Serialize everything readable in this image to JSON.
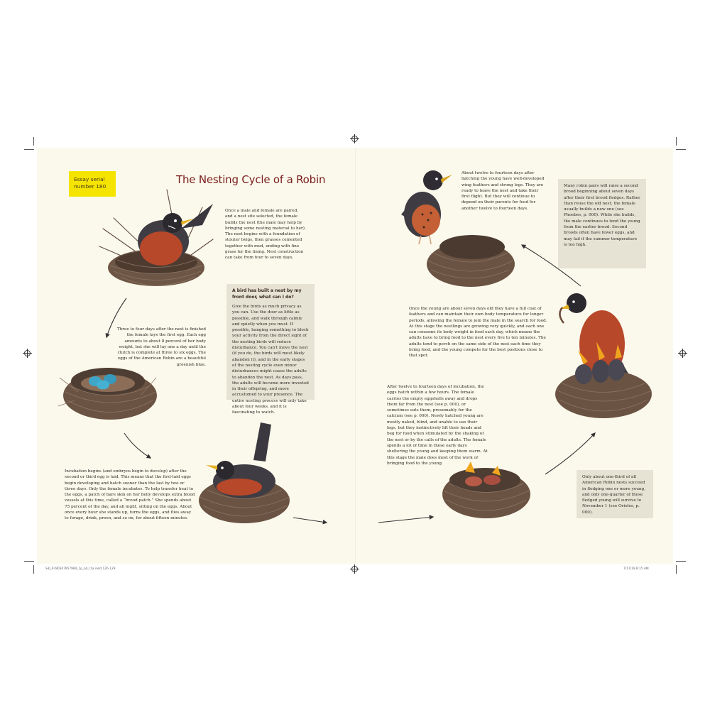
{
  "badge": {
    "line1": "Essay serial",
    "line2": "number 180"
  },
  "title": "The Nesting Cycle of a Robin",
  "paragraphs": {
    "nest_building": "Once a male and female are paired, and a nest site selected, the female builds the nest (the male may help by bringing some nesting material to her). The nest begins with a foundation of stouter twigs, then grasses cemented together with mud, ending with fine grass for the lining. Nest construction can take from four to seven days.",
    "egg_laying": "Three to four days after the nest is finished the female lays the first egg. Each egg amounts to about 8 percent of her body weight, but she will lay one a day until the clutch is complete at three to six eggs. The eggs of the American Robin are a beautiful greenish blue.",
    "incubation": "Incubation begins (and embryos begin to develop) after the second or third egg is laid. This means that the first-laid eggs begin developing and hatch sooner than the last by two or three days. Only the female incubates. To help transfer heat to the eggs, a patch of bare skin on her belly develops extra blood vessels at this time, called a “brood patch.” She spends about 75 percent of the day, and all night, sitting on the eggs. About once every hour she stands up, turns the eggs, and flies away to forage, drink, preen, and so on, for about fifteen minutes.",
    "hatching": "After twelve to fourteen days of incubation, the eggs hatch within a few hours. The female carries the empty eggshells away and drops them far from the nest (see p. 000), or sometimes eats them, presumably for the calcium (see p. 000). Newly hatched young are mostly naked, blind, and unable to use their legs, but they instinctively lift their heads and beg for food when stimulated by the shaking of the nest or by the calls of the adults. The female spends a lot of time in these early days sheltering the young and keeping them warm. At this stage the male does most of the work of bringing food to the young.",
    "growing": "Once the young are about seven days old they have a full coat of feathers and can maintain their own body temperature for longer periods, allowing the female to join the male in the search for food. At this stage the nestlings are growing very quickly, and each one can consume its body weight in food each day, which means the adults have to bring food to the nest every five to ten minutes. The adults tend to perch on the same side of the nest each time they bring food, and the young compete for the best positions close to that spot.",
    "fledging": "About twelve to fourteen days after hatching the young have well-developed wing feathers and strong legs. They are ready to leave the nest and take their first flight. But they will continue to depend on their parents for food for another twelve to fourteen days."
  },
  "sidebars": {
    "front_door": {
      "heading": "A bird has built a nest by my front door, what can I do?",
      "body": "Give the birds as much privacy as you can. Use the door as little as possible, and walk through calmly and quietly when you must. If possible, hanging something to block your activity from the direct sight of the nesting birds will reduce disturbance. You can't move the nest (if you do, the birds will most likely abandon it), and in the early stages of the nesting cycle even minor disturbances might cause the adults to abandon the nest. As days pass, the adults will become more invested in their offspring, and more accustomed to your presence. The entire nesting process will only take about four weeks, and it is fascinating to watch."
    },
    "second_brood": "Many robin pairs will raise a second brood beginning about seven days after their first brood fledges. Rather than reuse the old nest, the female usually builds a new one (see Phoebes, p. 000). While she builds, the male continues to tend the young from the earlier brood. Second broods often have fewer eggs, and may fail if the summer temperature is too high.",
    "success_rate": "Only about one-third of all American Robin nests succeed in fledging one or more young, and only one-quarter of those fledged young will survive to November 1 (see Orioles, p. 000)."
  },
  "slug": {
    "left": "Sib_9780307957984_1p_all_r1a.indd   126-129",
    "right": "7/17/19   8:15 AM"
  },
  "colors": {
    "page": "#fbf9ec",
    "title": "#7a1d1c",
    "badge": "#f5e400",
    "sidebar": "#e7e3d4",
    "robin_breast": "#b8482a",
    "egg": "#3ea6c9",
    "nest": "#6a5343"
  }
}
